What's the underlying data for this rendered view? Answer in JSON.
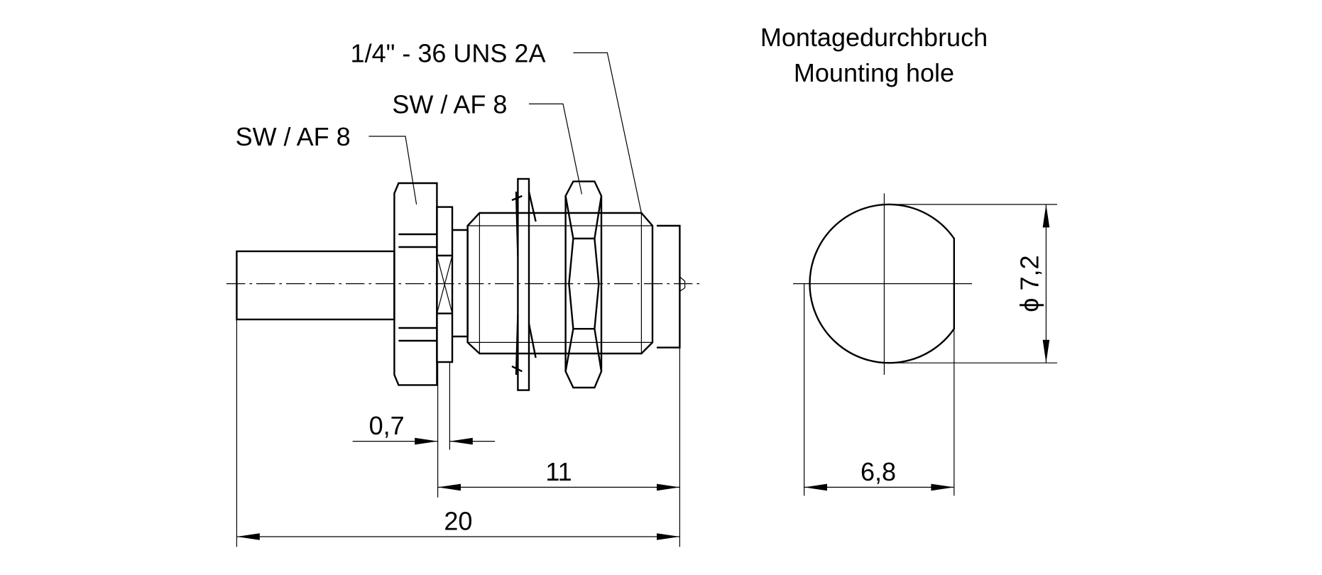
{
  "labels": {
    "thread": "1/4\" - 36 UNS 2A",
    "wrench_front": "SW / AF 8",
    "wrench_rear": "SW / AF 8",
    "mounting_title_de": "Montagedurchbruch",
    "mounting_title_en": "Mounting hole"
  },
  "dimensions": {
    "washer_thickness": "0,7",
    "body_length": "11",
    "overall_length": "20",
    "hole_flat": "6,8",
    "hole_diameter": "ϕ 7,2"
  }
}
